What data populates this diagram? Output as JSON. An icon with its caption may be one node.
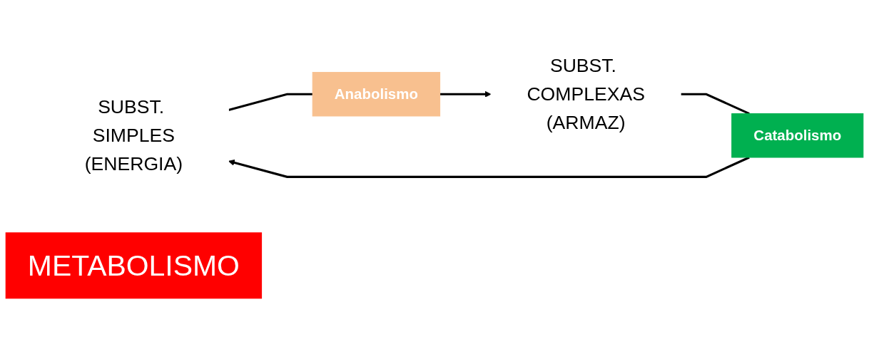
{
  "diagram": {
    "nodes": [
      {
        "text": [
          "SUBST. SIMPLES",
          "(ENERGIA)"
        ]
      },
      {
        "text": [
          "Anabolismo"
        ]
      },
      {
        "text": [
          "SUBST. COMPLEXAS",
          "(ARMAZ)"
        ]
      },
      {
        "text": [
          "Catabolismo"
        ]
      },
      {
        "text": [
          "METABOLISMO"
        ]
      }
    ],
    "edges": [
      {
        "from": 0,
        "to": 1,
        "arrow": "none"
      },
      {
        "from": 1,
        "to": 2,
        "arrow": "to"
      },
      {
        "from": 2,
        "to": 3,
        "arrow": "none"
      },
      {
        "from": 3,
        "to": 0,
        "arrow": "to"
      }
    ]
  }
}
